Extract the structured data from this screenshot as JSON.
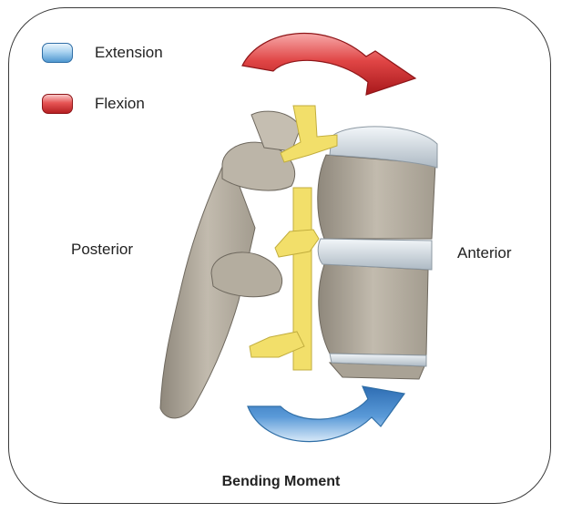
{
  "legend": {
    "items": [
      {
        "label": "Extension",
        "color": "#5b9bd5"
      },
      {
        "label": "Flexion",
        "color": "#d32f2f"
      }
    ]
  },
  "labels": {
    "posterior": "Posterior",
    "anterior": "Anterior",
    "bottom_title": "Bending Moment"
  },
  "colors": {
    "bone": "#b8b1a4",
    "disc": "#d9e2e8",
    "nerve": "#f2df6a",
    "frame": "#3a3a3a"
  }
}
